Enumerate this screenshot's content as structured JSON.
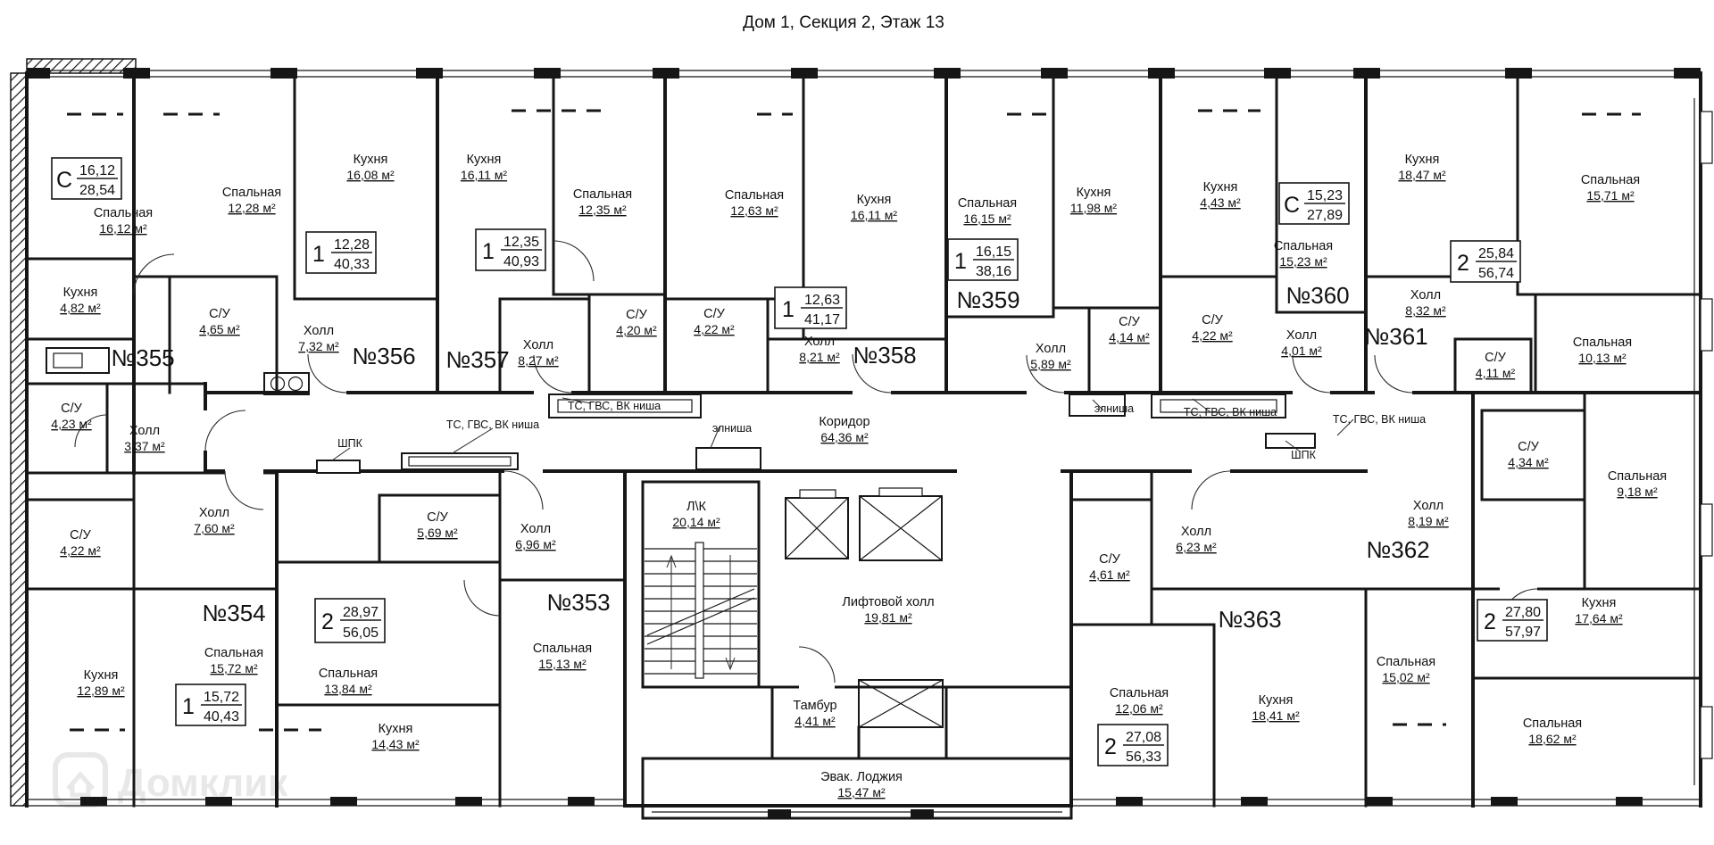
{
  "title": "Дом 1, Секция 2, Этаж 13",
  "watermark": "Домклик",
  "colors": {
    "line": "#161616",
    "watermark": "#e8e8e8"
  },
  "units": [
    {
      "no": "№355",
      "type": "С",
      "living": "16,12",
      "total": "28,54",
      "rooms": [
        {
          "name": "Спальная",
          "area": "16,12 м²"
        },
        {
          "name": "Кухня",
          "area": "4,82 м²"
        },
        {
          "name": "С/У",
          "area": "4,23 м²"
        },
        {
          "name": "Холл",
          "area": "3,37 м²"
        }
      ]
    },
    {
      "no": "№356",
      "type": "1",
      "living": "12,28",
      "total": "40,33",
      "rooms": [
        {
          "name": "Спальная",
          "area": "12,28 м²"
        },
        {
          "name": "Кухня",
          "area": "16,08 м²"
        },
        {
          "name": "С/У",
          "area": "4,65 м²"
        },
        {
          "name": "Холл",
          "area": "7,32 м²"
        }
      ]
    },
    {
      "no": "№357",
      "type": "1",
      "living": "12,35",
      "total": "40,93",
      "rooms": [
        {
          "name": "Кухня",
          "area": "16,11 м²"
        },
        {
          "name": "Спальная",
          "area": "12,35 м²"
        },
        {
          "name": "С/У",
          "area": "4,20 м²"
        },
        {
          "name": "Холл",
          "area": "8,27 м²"
        }
      ]
    },
    {
      "no": "№358",
      "type": "1",
      "living": "12,63",
      "total": "41,17",
      "rooms": [
        {
          "name": "Спальная",
          "area": "12,63 м²"
        },
        {
          "name": "Кухня",
          "area": "16,11 м²"
        },
        {
          "name": "С/У",
          "area": "4,22 м²"
        },
        {
          "name": "Холл",
          "area": "8,21 м²"
        }
      ]
    },
    {
      "no": "№359",
      "type": "1",
      "living": "16,15",
      "total": "38,16",
      "rooms": [
        {
          "name": "Спальная",
          "area": "16,15 м²"
        },
        {
          "name": "Кухня",
          "area": "11,98 м²"
        },
        {
          "name": "С/У",
          "area": "4,14 м²"
        },
        {
          "name": "Холл",
          "area": "5,89 м²"
        }
      ]
    },
    {
      "no": "№360",
      "type": "С",
      "living": "15,23",
      "total": "27,89",
      "rooms": [
        {
          "name": "Кухня",
          "area": "4,43 м²"
        },
        {
          "name": "Спальная",
          "area": "15,23 м²"
        },
        {
          "name": "С/У",
          "area": "4,22 м²"
        },
        {
          "name": "Холл",
          "area": "4,01 м²"
        }
      ]
    },
    {
      "no": "№361",
      "type": "2",
      "living": "25,84",
      "total": "56,74",
      "rooms": [
        {
          "name": "Кухня",
          "area": "18,47 м²"
        },
        {
          "name": "Спальная",
          "area": "15,71 м²"
        },
        {
          "name": "Холл",
          "area": "8,32 м²"
        },
        {
          "name": "С/У",
          "area": "4,11 м²"
        },
        {
          "name": "Спальная",
          "area": "10,13 м²"
        }
      ]
    },
    {
      "no": "№362",
      "type": "2",
      "living": "27,80",
      "total": "57,97",
      "rooms": [
        {
          "name": "С/У",
          "area": "4,34 м²"
        },
        {
          "name": "Спальная",
          "area": "9,18 м²"
        },
        {
          "name": "Холл",
          "area": "8,19 м²"
        },
        {
          "name": "Кухня",
          "area": "17,64 м²"
        },
        {
          "name": "Спальная",
          "area": "18,62 м²"
        }
      ]
    },
    {
      "no": "№363",
      "type": "2",
      "living": "27,08",
      "total": "56,33",
      "rooms": [
        {
          "name": "С/У",
          "area": "4,61 м²"
        },
        {
          "name": "Холл",
          "area": "6,23 м²"
        },
        {
          "name": "Спальная",
          "area": "12,06 м²"
        },
        {
          "name": "Кухня",
          "area": "18,41 м²"
        },
        {
          "name": "Спальная",
          "area": "15,02 м²"
        }
      ]
    },
    {
      "no": "№353",
      "type": "2",
      "living": "28,97",
      "total": "56,05",
      "rooms": [
        {
          "name": "С/У",
          "area": "5,69 м²"
        },
        {
          "name": "Холл",
          "area": "6,96 м²"
        },
        {
          "name": "Спальная",
          "area": "13,84 м²"
        },
        {
          "name": "Кухня",
          "area": "14,43 м²"
        },
        {
          "name": "Спальная",
          "area": "15,13 м²"
        }
      ]
    },
    {
      "no": "№354",
      "type": "1",
      "living": "15,72",
      "total": "40,43",
      "rooms": [
        {
          "name": "С/У",
          "area": "4,22 м²"
        },
        {
          "name": "Холл",
          "area": "7,60 м²"
        },
        {
          "name": "Спальная",
          "area": "15,72 м²"
        },
        {
          "name": "Кухня",
          "area": "12,89 м²"
        }
      ]
    }
  ],
  "common": {
    "corridor": {
      "name": "Коридор",
      "area": "64,36 м²"
    },
    "stairs": {
      "name": "Л\\К",
      "area": "20,14 м²"
    },
    "lift_hall": {
      "name": "Лифтовой холл",
      "area": "19,81 м²"
    },
    "tambour": {
      "name": "Тамбур",
      "area": "4,41 м²"
    },
    "evac_loggia": {
      "name": "Эвак. Лоджия",
      "area": "15,47 м²"
    }
  },
  "tech": {
    "niche_ts": "ТС, ГВС, ВК ниша",
    "niche_el": "элниша",
    "shpk": "ШПК"
  }
}
